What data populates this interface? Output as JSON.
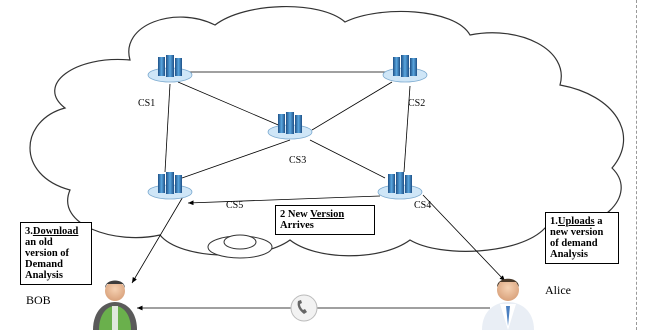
{
  "nodes": {
    "cs1": "CS1",
    "cs2": "CS2",
    "cs3": "CS3",
    "cs4": "CS4",
    "cs5": "CS5"
  },
  "notes": {
    "alice_step_num": "1.",
    "alice_step_verb": "Uploads",
    "alice_step_rest": " a new version of demand Analysis",
    "arrive_num": "2 New ",
    "arrive_verb": "Version",
    "arrive_rest": " Arrives",
    "bob_step_num": "3.",
    "bob_step_verb": "Download",
    "bob_step_rest": " an old version of Demand Analysis"
  },
  "people": {
    "bob": "BOB",
    "alice": "Alice"
  },
  "colors": {
    "server_blue": "#3b8fd0",
    "cloud_stroke": "#333333",
    "bob_vest": "#6ab04c",
    "alice_shirt": "#4a7fc1"
  },
  "icons": [
    "cloud-icon",
    "server-icon",
    "person-icon",
    "phone-icon",
    "disk-icon"
  ]
}
